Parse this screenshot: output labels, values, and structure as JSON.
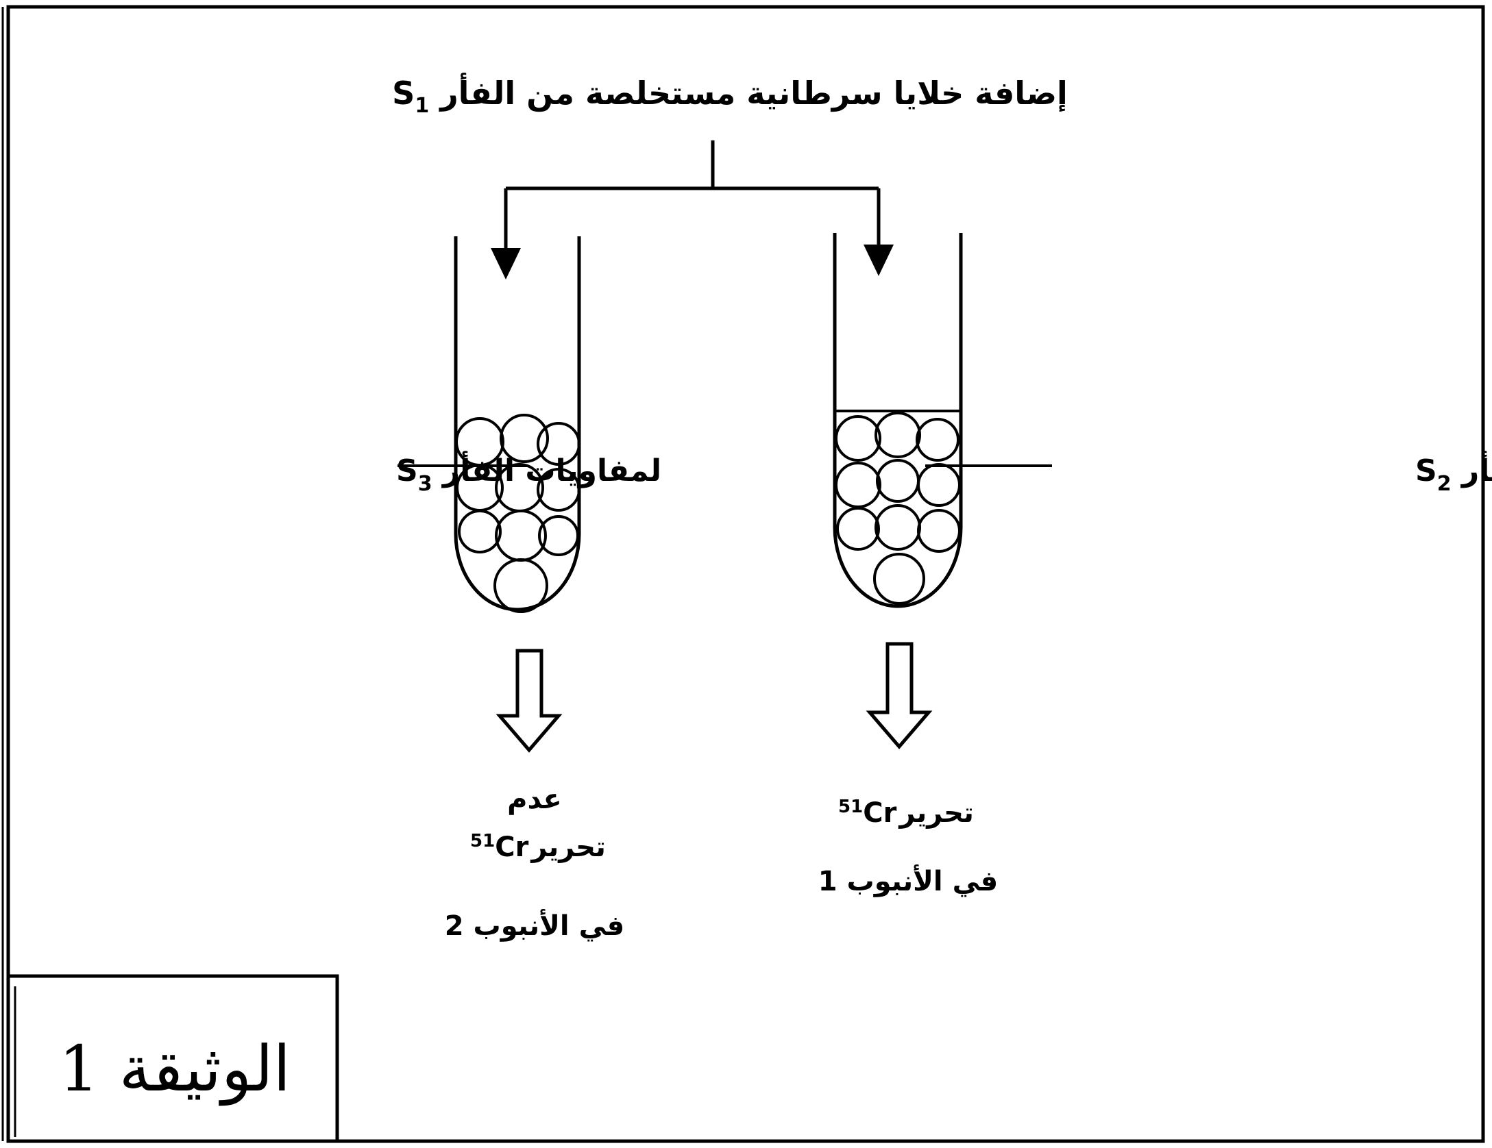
{
  "title": "إضافة خلايا سرطانية مستخلصة من الفأر S",
  "title_subscript": "1",
  "tube1": {
    "side_label": "لمفاويات الفأر S",
    "side_subscript": "2",
    "result_main": "تحرير ",
    "result_isotope_mass": "51",
    "result_isotope_symbol": "Cr",
    "result_line2": "في الأنبوب 1"
  },
  "tube2": {
    "side_label": "لمفاويات الفأر S",
    "side_subscript": "3",
    "result_line0": "عدم",
    "result_main": "تحرير ",
    "result_isotope_mass": "51",
    "result_isotope_symbol": "Cr",
    "result_line2": "في الأنبوب 2"
  },
  "document_label": "الوثيقة 1"
}
